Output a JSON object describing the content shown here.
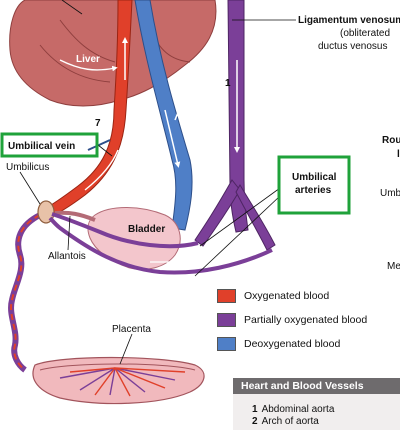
{
  "labels": {
    "liver": "Liver",
    "number_1": "1",
    "number_7": "7",
    "ligamentum_title": "Ligamentum venosum",
    "ligamentum_line2": "(obliterated",
    "ligamentum_line3": "ductus venosus",
    "umbilical_vein": "Umbilical vein",
    "umbilicus": "Umbilicus",
    "umbilical_arteries_1": "Umbilical",
    "umbilical_arteries_2": "arteries",
    "bladder": "Bladder",
    "allantois": "Allantois",
    "placenta": "Placenta",
    "edge_rou": "Rou",
    "edge_l": "l",
    "edge_umb": "Umb",
    "edge_me": "Me"
  },
  "legend": [
    {
      "label": "Oxygenated blood",
      "color": "#e0402a"
    },
    {
      "label": "Partially oxygenated blood",
      "color": "#7b3f98"
    },
    {
      "label": "Deoxygenated blood",
      "color": "#4f7fc7"
    }
  ],
  "heart_vessels": {
    "title": "Heart and Blood Vessels",
    "items": [
      {
        "num": "1",
        "name": "Abdominal aorta"
      },
      {
        "num": "2",
        "name": "Arch of aorta"
      }
    ]
  },
  "colors": {
    "highlight_green": "#1fa23a",
    "liver": "#c56b6a",
    "bladder": "#f3c6cc",
    "placenta": "#f1b9bd"
  }
}
